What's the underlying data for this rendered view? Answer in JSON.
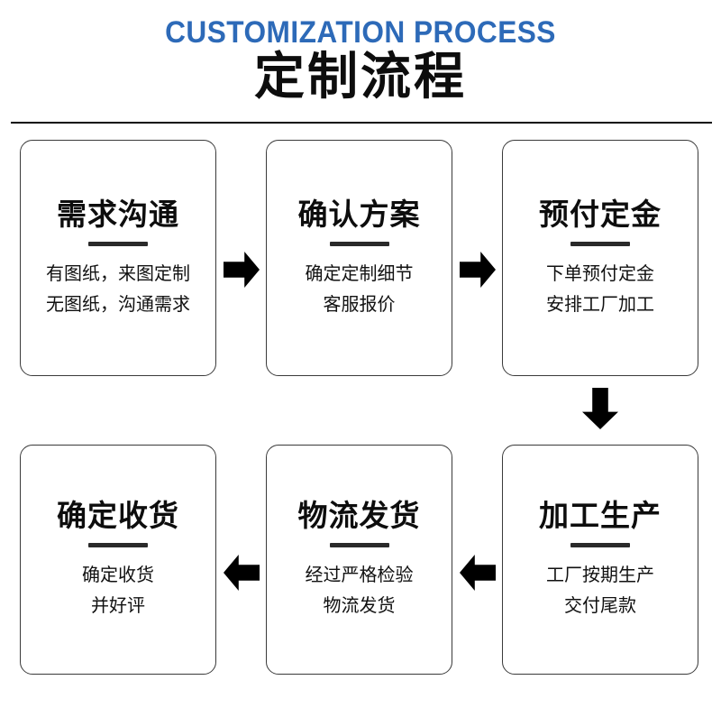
{
  "header": {
    "english_title": "CUSTOMIZATION PROCESS",
    "chinese_title": "定制流程",
    "accent_color": "#2d6ab8",
    "text_color": "#0d0d0d",
    "rule_color": "#0a0a0a"
  },
  "steps": [
    {
      "id": "step-1",
      "order": 1,
      "title": "需求沟通",
      "desc_line1": "有图纸，来图定制",
      "desc_line2": "无图纸，沟通需求"
    },
    {
      "id": "step-2",
      "order": 2,
      "title": "确认方案",
      "desc_line1": "确定定制细节",
      "desc_line2": "客服报价"
    },
    {
      "id": "step-3",
      "order": 3,
      "title": "预付定金",
      "desc_line1": "下单预付定金",
      "desc_line2": "安排工厂加工"
    },
    {
      "id": "step-4",
      "order": 4,
      "title": "加工生产",
      "desc_line1": "工厂按期生产",
      "desc_line2": "交付尾款"
    },
    {
      "id": "step-5",
      "order": 5,
      "title": "物流发货",
      "desc_line1": "经过严格检验",
      "desc_line2": "物流发货"
    },
    {
      "id": "step-6",
      "order": 6,
      "title": "确定收货",
      "desc_line1": "确定收货",
      "desc_line2": "并好评"
    }
  ],
  "arrows": [
    {
      "id": "arrow-1",
      "direction": "right",
      "from": "step-1",
      "to": "step-2"
    },
    {
      "id": "arrow-2",
      "direction": "right",
      "from": "step-2",
      "to": "step-3"
    },
    {
      "id": "arrow-3",
      "direction": "down",
      "from": "step-3",
      "to": "step-4"
    },
    {
      "id": "arrow-4",
      "direction": "left",
      "from": "step-4",
      "to": "step-5"
    },
    {
      "id": "arrow-5",
      "direction": "left",
      "from": "step-5",
      "to": "step-6"
    }
  ],
  "theme": {
    "background": "#ffffff",
    "card_border": "#3a3a3a",
    "card_rule": "#2a2a2a",
    "arrow_color": "#000000"
  }
}
